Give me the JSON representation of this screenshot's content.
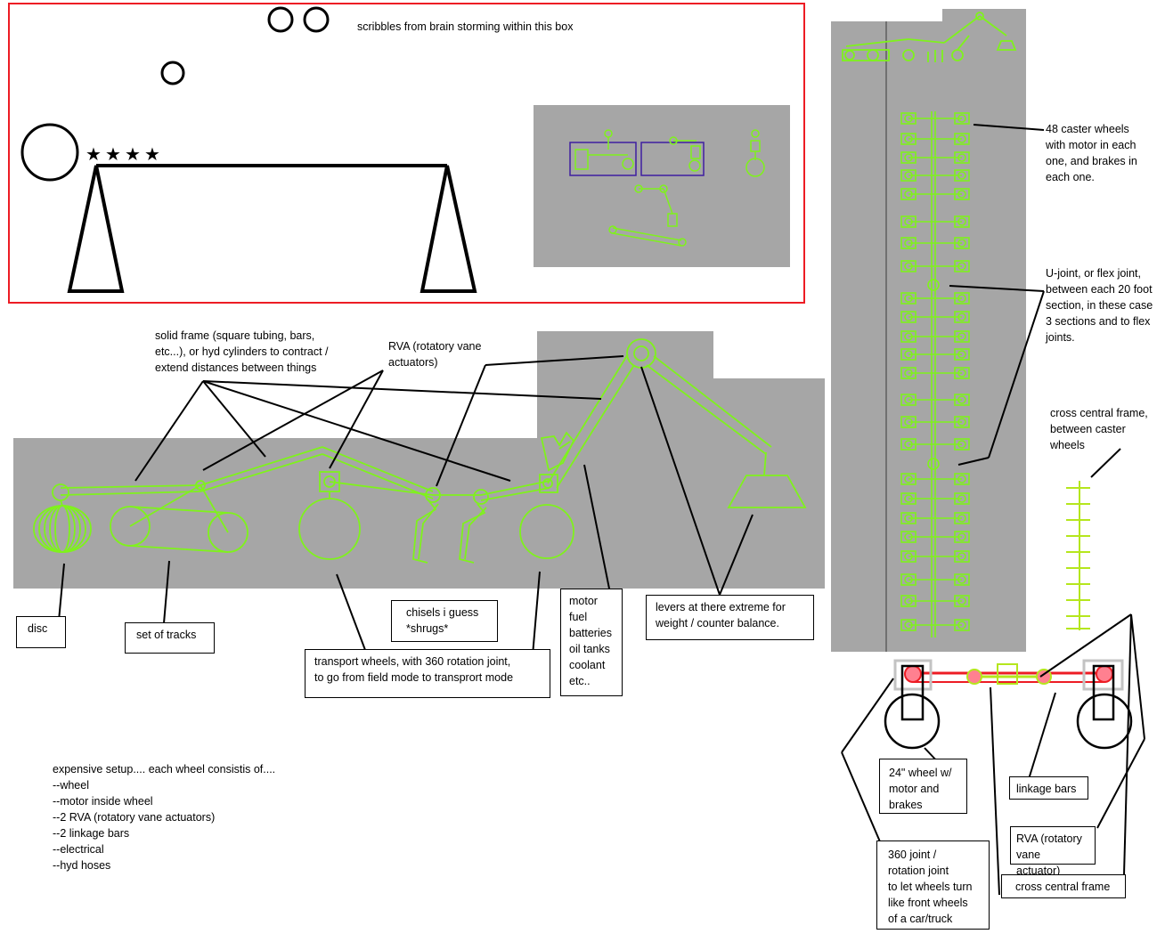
{
  "labels": {
    "scribbles": "scribbles from brain storming within this box",
    "solid_frame": "solid frame (square tubing, bars,\netc...), or hyd cylinders to contract /\nextend distances between things",
    "rva_top": "RVA (rotatory vane\nactuators)",
    "caster_wheels": "48 caster wheels\nwith motor in each\none, and brakes in\neach one.",
    "u_joint": "U-joint, or flex joint,\nbetween each 20 foot\nsection, in these case\n3 sections and to flex\njoints.",
    "cross_frame_top": "cross central frame,\nbetween caster\nwheels",
    "expensive": "expensive setup.... each wheel consistis of....\n--wheel\n--motor inside wheel\n--2 RVA (rotatory vane actuators)\n--2 linkage bars\n--electrical\n--hyd hoses"
  },
  "boxes": {
    "disc": "disc",
    "tracks": "set of tracks",
    "chisels": "chisels i guess\n*shrugs*",
    "transport": "transport wheels, with 360 rotation joint,\nto go from field mode to transprort mode",
    "motor": "motor\nfuel\nbatteries\noil tanks\ncoolant\netc..",
    "levers": "levers at there extreme for\nweight / counter balance.",
    "wheel24": "24\" wheel w/\nmotor and\nbrakes",
    "linkage": "linkage bars",
    "rva_bottom": "RVA (rotatory\nvane actuator)",
    "joint360": "360 joint /\nrotation joint\nto let wheels turn\nlike front wheels\nof a car/truck",
    "cross_frame_bottom": "cross central frame"
  },
  "colors": {
    "sketch_green": "#7ff21c",
    "frame_yellow_green": "#b5e61d",
    "scribble_red": "#ed1c24",
    "panel_gray": "#a6a6a6",
    "box_purple": "#3f1fa0",
    "joint_pink": "#ff8090",
    "joint_gray": "#c3c3c3"
  }
}
